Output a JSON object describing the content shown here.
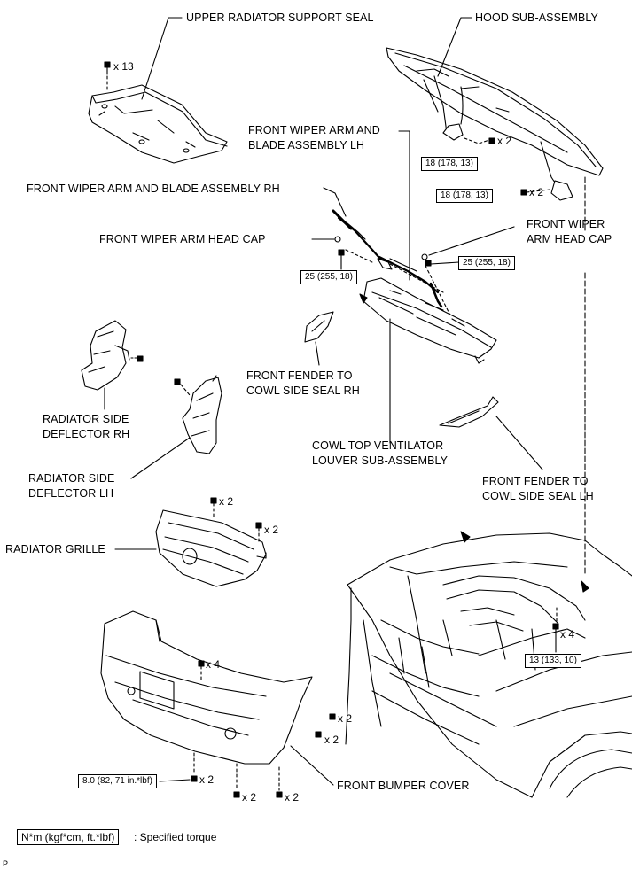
{
  "labels": {
    "upper_radiator_support_seal": "UPPER RADIATOR SUPPORT SEAL",
    "hood_sub_assembly": "HOOD SUB-ASSEMBLY",
    "front_wiper_arm_lh_1": "FRONT WIPER ARM AND",
    "front_wiper_arm_lh_2": "BLADE ASSEMBLY LH",
    "front_wiper_arm_rh": "FRONT WIPER ARM AND BLADE ASSEMBLY RH",
    "front_wiper_arm_head_cap_left": "FRONT WIPER ARM HEAD CAP",
    "front_wiper_arm_head_cap_right_1": "FRONT WIPER",
    "front_wiper_arm_head_cap_right_2": "ARM HEAD CAP",
    "fender_seal_rh_1": "FRONT FENDER TO",
    "fender_seal_rh_2": "COWL SIDE SEAL RH",
    "radiator_deflector_rh_1": "RADIATOR SIDE",
    "radiator_deflector_rh_2": "DEFLECTOR RH",
    "cowl_louver_1": "COWL TOP VENTILATOR",
    "cowl_louver_2": "LOUVER SUB-ASSEMBLY",
    "fender_seal_lh_1": "FRONT FENDER TO",
    "fender_seal_lh_2": "COWL SIDE SEAL LH",
    "radiator_deflector_lh_1": "RADIATOR SIDE",
    "radiator_deflector_lh_2": "DEFLECTOR LH",
    "radiator_grille": "RADIATOR GRILLE",
    "front_bumper_cover": "FRONT BUMPER COVER"
  },
  "torques": {
    "hood_hinge_upper": "18 (178, 13)",
    "hood_hinge_lower": "18 (178, 13)",
    "wiper_left": "25 (255, 18)",
    "wiper_right": "25 (255, 18)",
    "fender_bolt": "13 (133, 10)",
    "bumper_bolt": "8.0 (82, 71 in.*lbf)"
  },
  "quantities": {
    "seal_clips": "x 13",
    "hood_upper": "x 2",
    "hood_lower": "x 2",
    "grille_top": "x 2",
    "grille_right": "x 2",
    "fender_bolts": "x 4",
    "bumper_top": "x 4",
    "bumper_right_1": "x 2",
    "bumper_right_2": "x 2",
    "bumper_bottom_left": "x 2",
    "bumper_bottom_1": "x 2",
    "bumper_bottom_2": "x 2"
  },
  "legend": {
    "unit_box": "N*m (kgf*cm, ft.*lbf)",
    "description": ": Specified torque"
  },
  "corner_mark": "P"
}
